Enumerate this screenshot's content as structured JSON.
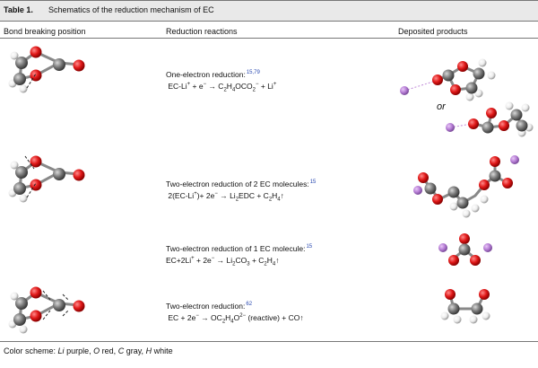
{
  "table": {
    "label": "Table 1.",
    "title": "Schematics of the reduction mechanism of EC"
  },
  "headers": {
    "col1": "Bond breaking position",
    "col2": "Reduction reactions",
    "col3": "Deposited products"
  },
  "rows": [
    {
      "label": "One-electron reduction:",
      "ref": "15,79"
    },
    {
      "label": "Two-electron reduction of 2 EC molecules:",
      "ref": "15"
    },
    {
      "label": "Two-electron reduction of 1 EC molecule:",
      "ref": "15"
    },
    {
      "label": "Two-electron reduction:",
      "ref": "62"
    }
  ],
  "or_text": "or",
  "footer": {
    "prefix": "Color scheme:",
    "li": "Li",
    "li_color": "purple",
    "o": "O",
    "o_color": "red",
    "c": "C",
    "c_color": "gray",
    "h": "H",
    "h_color": "white"
  },
  "colors": {
    "li": "#b77fd6",
    "o": "#e01818",
    "c": "#7a7a7a",
    "h": "#f2f2f2",
    "ref": "#2848b0",
    "title_bg": "#e9e9e9"
  }
}
